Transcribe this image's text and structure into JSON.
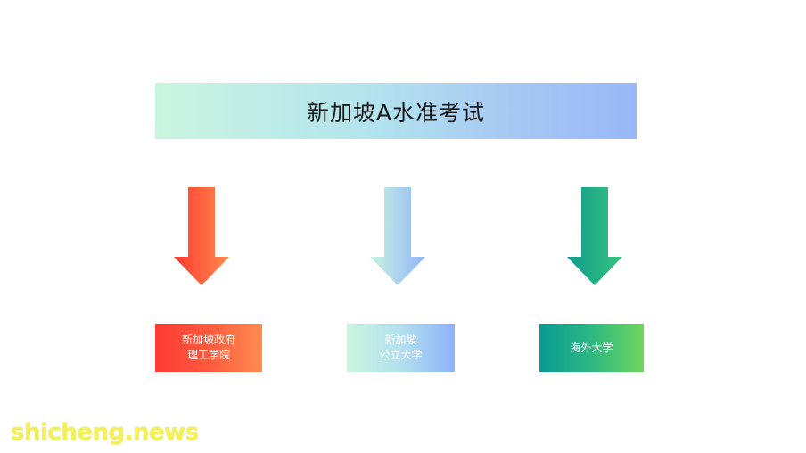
{
  "title": "新加坡A水准考试",
  "nodes": [
    {
      "line1": "新加坡政府",
      "line2": "理工学院"
    },
    {
      "line1": "新加坡",
      "line2": "公立大学"
    },
    {
      "line1": "海外大学",
      "line2": ""
    }
  ],
  "watermark": "shicheng.news",
  "colors": {
    "arrow_1": [
      "#ff3a30",
      "#ff8a4d"
    ],
    "arrow_2": [
      "#c8f3e0",
      "#92b6f8"
    ],
    "arrow_3": [
      "#0f9a8e",
      "#38c47e"
    ]
  }
}
